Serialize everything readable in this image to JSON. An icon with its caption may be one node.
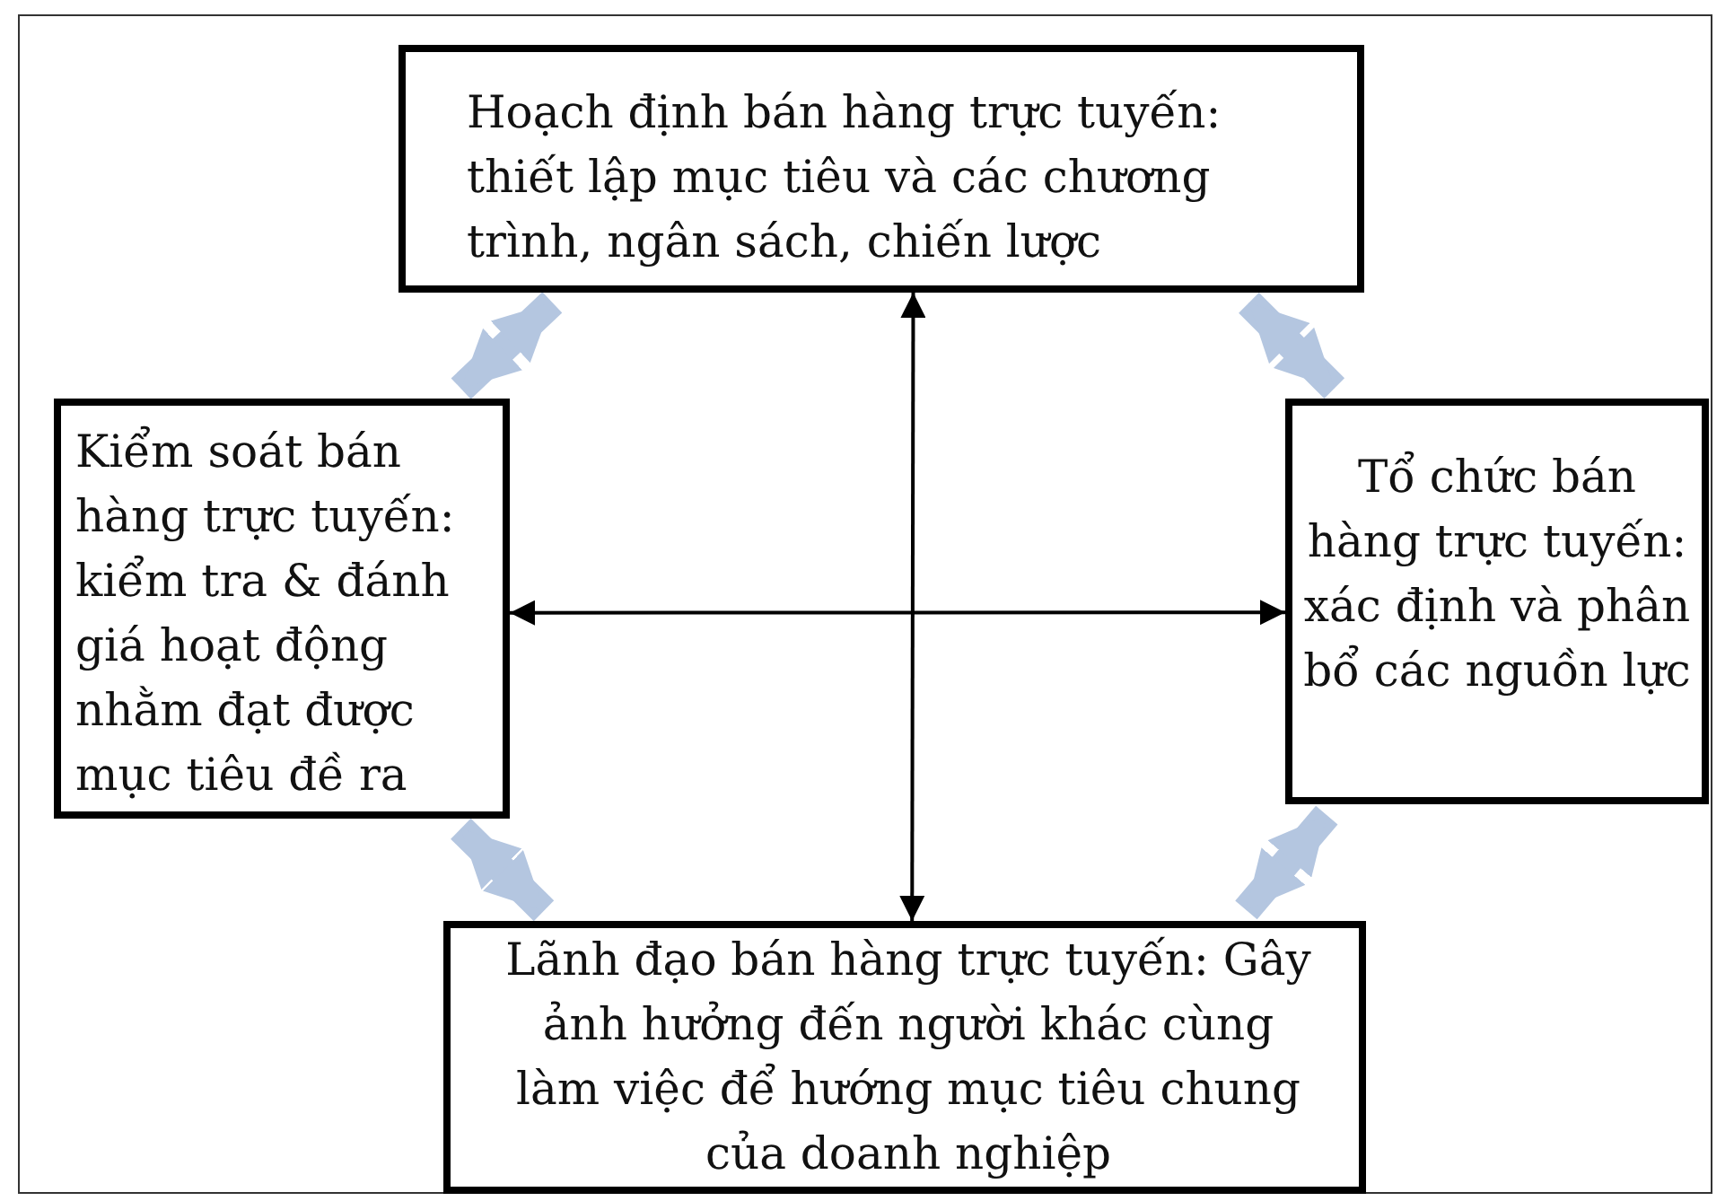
{
  "diagram": {
    "nodes": [
      {
        "text": [
          "Hoạch định bán hàng trực tuyến: thiết lập mục tiêu và các chương trình, ngân sách, chiến lược"
        ]
      },
      {
        "text": [
          "Kiểm soát bán hàng trực tuyến: kiểm tra & đánh giá hoạt động nhằm đạt được mục tiêu đề ra"
        ]
      },
      {
        "text": [
          "Tổ chức bán hàng trực tuyến: xác định và phân bổ các nguồn lực"
        ]
      },
      {
        "text": [
          "Lãnh đạo bán hàng trực tuyến: Gây ảnh hưởng đến người khác cùng làm việc để hướng mục tiêu chung của doanh nghiệp"
        ]
      }
    ],
    "edges": [
      {
        "from": 0,
        "to": 3,
        "arrow": "both",
        "color": "#000000"
      },
      {
        "from": 1,
        "to": 2,
        "arrow": "both",
        "color": "#000000"
      },
      {
        "from": 1,
        "to": 0,
        "arrow": "both",
        "color": "#b4c6e0"
      },
      {
        "from": 0,
        "to": 2,
        "arrow": "both",
        "color": "#b4c6e0"
      },
      {
        "from": 2,
        "to": 3,
        "arrow": "both",
        "color": "#b4c6e0"
      },
      {
        "from": 3,
        "to": 1,
        "arrow": "both",
        "color": "#b4c6e0"
      }
    ]
  }
}
